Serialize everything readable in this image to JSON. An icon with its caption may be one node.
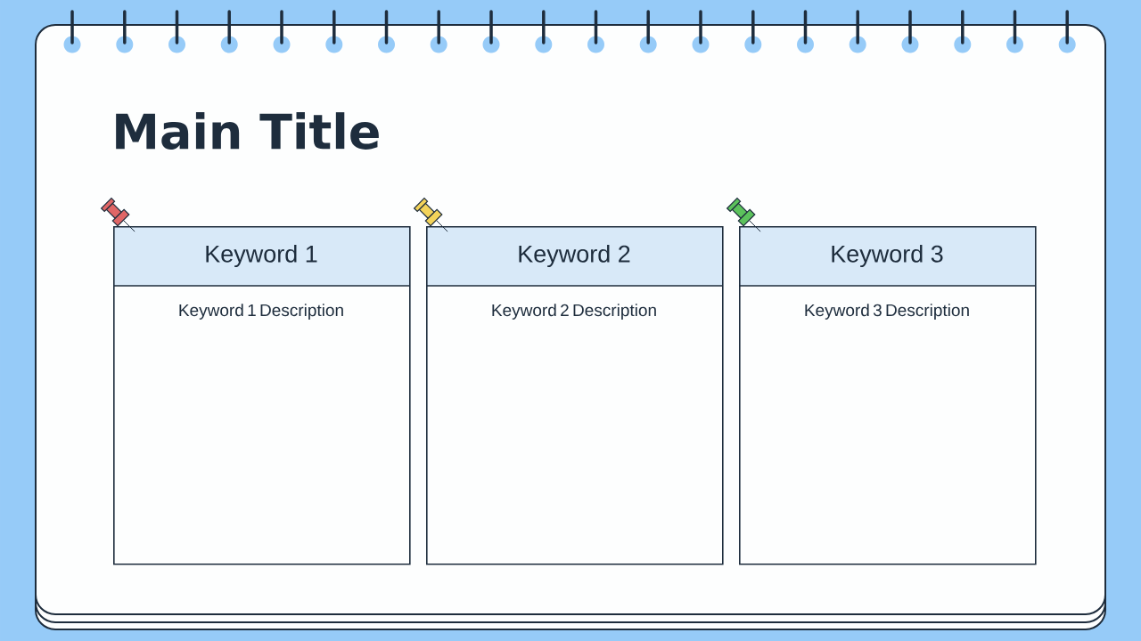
{
  "diagram": {
    "title": "Main Title",
    "nodes": [
      {
        "text": [
          "Keyword 1",
          "Keyword 1 Description"
        ]
      },
      {
        "text": [
          "Keyword 2",
          "Keyword 2 Description"
        ]
      },
      {
        "text": [
          "Keyword 3",
          "Keyword 3 Description"
        ]
      }
    ]
  }
}
